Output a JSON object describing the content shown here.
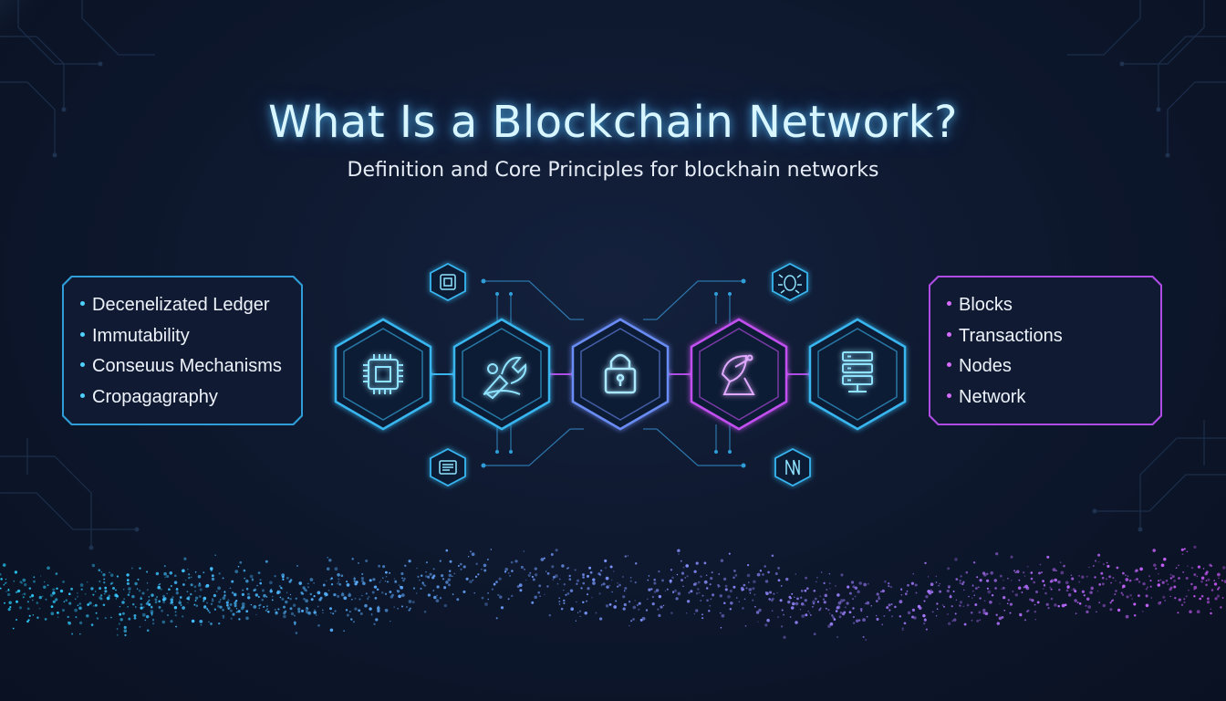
{
  "header": {
    "title": "What Is a Blockchain Network?",
    "subtitle": "Definition and Core Principles for blockhain networks"
  },
  "left_panel": {
    "items": [
      "Decenelizated Ledger",
      "Immutability",
      "Conseuus Mechanisms",
      "Cropagagraphy"
    ]
  },
  "right_panel": {
    "items": [
      "Blocks",
      "Transactions",
      "Nodes",
      "Network"
    ]
  },
  "chain_nodes": [
    {
      "icon": "cpu-chip-icon",
      "color": "#38b6f0"
    },
    {
      "icon": "tools-icon",
      "color": "#38b6f0"
    },
    {
      "icon": "padlock-icon",
      "color": "#6a8cf5"
    },
    {
      "icon": "satellite-dish-icon",
      "color": "#c24ff0"
    },
    {
      "icon": "server-stack-icon",
      "color": "#38b6f0"
    }
  ],
  "satellite_icons": [
    "chip-icon",
    "bug-icon",
    "document-icon",
    "network-n-icon"
  ],
  "colors": {
    "cyan": "#38b6f0",
    "purple": "#c24ff0",
    "background": "#0d172c",
    "title_glow": "#5ac8ff"
  }
}
